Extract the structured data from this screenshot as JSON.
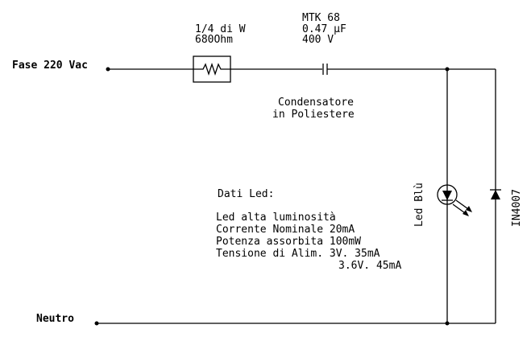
{
  "terminals": {
    "phase": "Fase 220 Vac",
    "neutral": "Neutro"
  },
  "resistor": {
    "line1": "1/4 di W",
    "line2": "680Ohm"
  },
  "capacitor": {
    "line1": "MTK 68",
    "line2": "0.47 µF",
    "line3": "400 V",
    "desc1": "Condensatore",
    "desc2": "in Poliestere"
  },
  "led": {
    "label": "Led Blù"
  },
  "diode": {
    "label": "IN4007"
  },
  "led_data": {
    "title": "Dati Led:",
    "lines": [
      "Led alta luminosità",
      "Corrente Nominale 20mA",
      "Potenza assorbita 100mW",
      "Tensione di Alim. 3V. 35mA",
      "3.6V. 45mA"
    ]
  }
}
